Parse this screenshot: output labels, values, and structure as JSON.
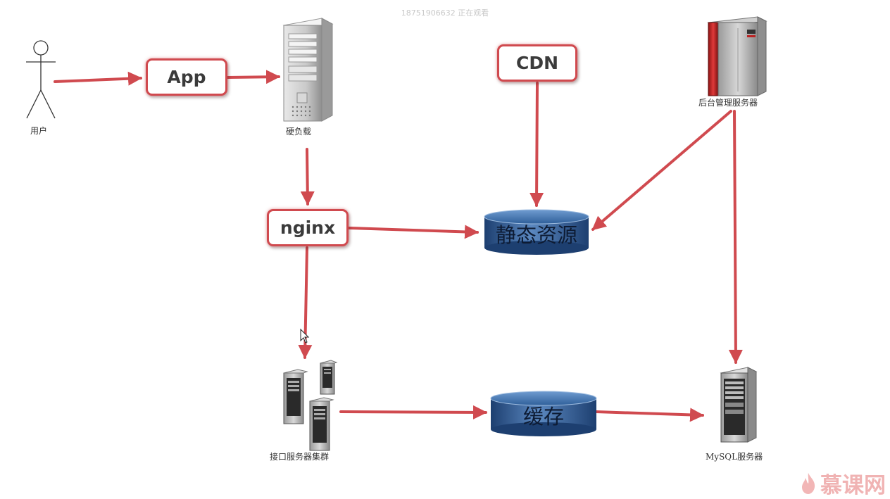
{
  "viewer_notice": "18751906632 正在观看",
  "nodes": {
    "user": {
      "label": "用户",
      "icon": "stick-figure-icon"
    },
    "app": {
      "label": "App"
    },
    "load_balancer": {
      "label": "硬负载",
      "icon": "tower-server-icon"
    },
    "cdn": {
      "label": "CDN"
    },
    "admin_server": {
      "label": "后台管理服务器",
      "icon": "red-server-cabinet-icon"
    },
    "nginx": {
      "label": "nginx"
    },
    "static_resources": {
      "label": "静态资源",
      "icon": "database-cylinder-icon"
    },
    "api_cluster": {
      "label": "接口服务器集群",
      "icon": "server-cluster-icon"
    },
    "cache": {
      "label": "缓存",
      "icon": "database-cylinder-icon"
    },
    "mysql": {
      "label": "MySQL服务器",
      "icon": "rack-server-icon"
    }
  },
  "edges": [
    {
      "from": "用户",
      "to": "App"
    },
    {
      "from": "App",
      "to": "硬负载"
    },
    {
      "from": "硬负载",
      "to": "nginx"
    },
    {
      "from": "CDN",
      "to": "静态资源"
    },
    {
      "from": "后台管理服务器",
      "to": "静态资源"
    },
    {
      "from": "后台管理服务器",
      "to": "MySQL服务器"
    },
    {
      "from": "nginx",
      "to": "静态资源"
    },
    {
      "from": "nginx",
      "to": "接口服务器集群"
    },
    {
      "from": "接口服务器集群",
      "to": "缓存"
    },
    {
      "from": "缓存",
      "to": "MySQL服务器"
    }
  ],
  "logo": {
    "text": "慕课网",
    "icon": "flame-logo-icon"
  },
  "colors": {
    "arrow": "#d04a4f",
    "box_border": "#d04a4f",
    "cylinder": "#2f5f9a"
  }
}
